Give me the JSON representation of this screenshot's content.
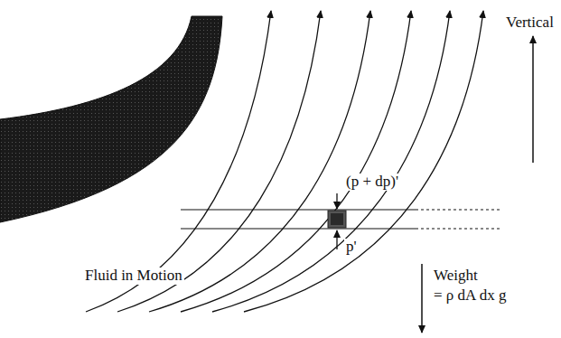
{
  "diagram": {
    "labels": [
      "Vertical",
      "(p + dp)'",
      "p'",
      "Fluid in Motion",
      "Weight",
      "= ρ dA dx g"
    ]
  }
}
